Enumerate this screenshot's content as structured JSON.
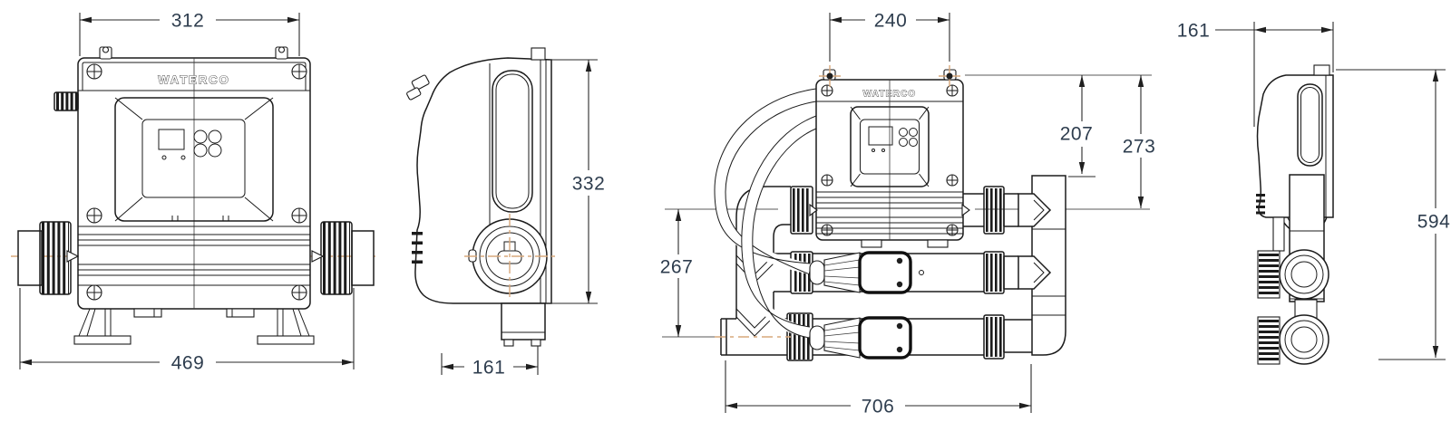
{
  "brand": "WATERCO",
  "views": {
    "front_single": {
      "dims": {
        "top_width": "312",
        "base_width": "469"
      }
    },
    "side_single": {
      "dims": {
        "height": "332",
        "depth": "161"
      }
    },
    "front_cascade": {
      "dims": {
        "mount_spacing": "240",
        "panel_height": "207",
        "top_to_tube_center": "273",
        "tube_center_spacing": "267",
        "overall_width": "706"
      }
    },
    "side_cascade": {
      "dims": {
        "depth": "161",
        "overall_height": "594"
      }
    }
  },
  "colors": {
    "line": "#1b1b1b",
    "dimension_text": "#2e3d4e",
    "centerline_accent": "#d8a87b",
    "background": "#ffffff"
  }
}
